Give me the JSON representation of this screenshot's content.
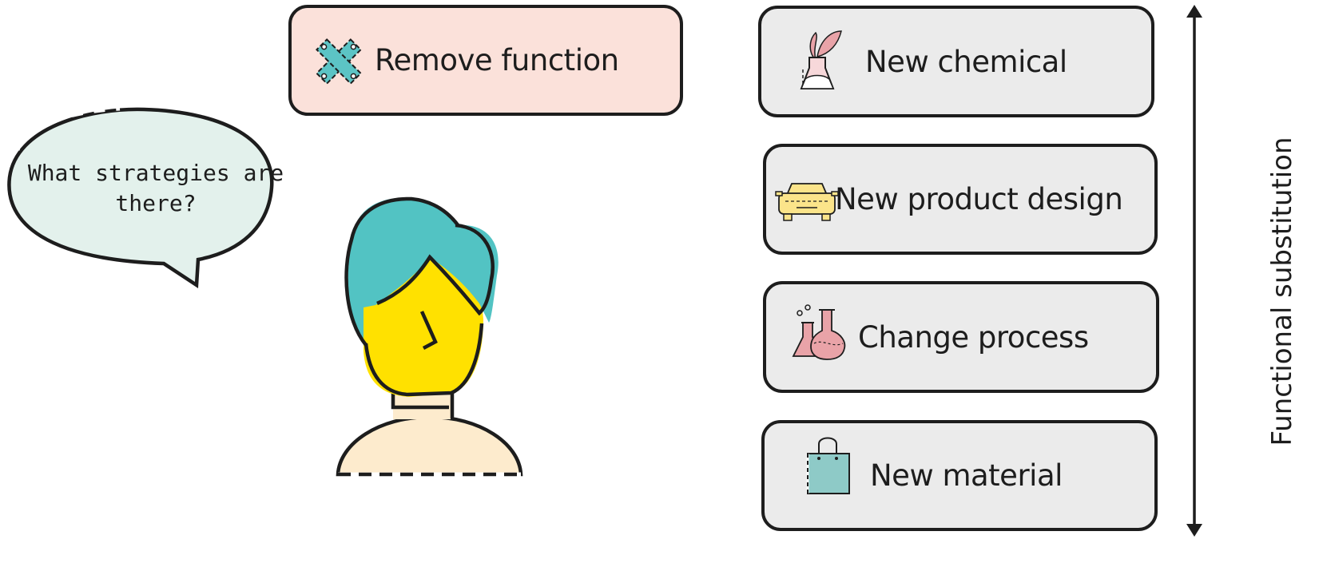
{
  "speech_bubble": {
    "text": "What strategies are there?"
  },
  "remove_box": {
    "label": "Remove function",
    "fill": "#fbe1da"
  },
  "substitution_options": [
    {
      "label": "New chemical",
      "icon": "flask-plant-icon"
    },
    {
      "label": "New product design",
      "icon": "car-icon"
    },
    {
      "label": "Change process",
      "icon": "lab-flasks-icon"
    },
    {
      "label": "New material",
      "icon": "shopping-bag-icon"
    }
  ],
  "axis": {
    "label": "Functional substitution"
  },
  "colors": {
    "box_fill": "#ebebeb",
    "outline": "#1d1d1d",
    "bubble_fill": "#e3f1ec",
    "hair": "#52c3c3",
    "face": "#ffe100",
    "shoulders": "#fdebcd",
    "icon_pink": "#e9a3a8",
    "icon_yellow": "#fbe48a",
    "icon_teal": "#8ecac7",
    "icon_cross": "#5cc4c5"
  }
}
